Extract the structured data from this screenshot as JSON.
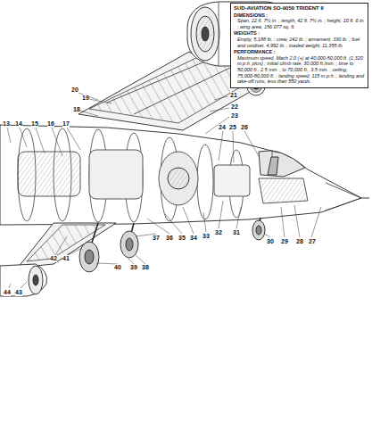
{
  "diagram": {
    "nodes": [
      {
        "text": [
          "SUD-AVIATION SO-9050 TRIDENT II",
          "DIMENSIONS :",
          "Span, 22 ft. 7½ in. ; length, 42 ft. 7½ in. ; height, 10 ft. 6 in. ; wing area, 156.077 sq. ft.",
          "WEIGHTS :",
          "Empty, 5,188 lb. ; crew, 242 lb. ; armament, 330 lb. ; fuel and oxidiser, 4,992 lb. ; loaded weight, 11,355 lb.",
          "PERFORMANCE :",
          "Maximum speed, Mach 2.0 (+) at 40,000-50,000 ft. (1,320 m.p.h. plus) ; initial climb rate, 30,000 ft./min. ; time to 50,000 ft., 2.5 min. ; to 70,000 ft., 3.5 min. ; ceiling, 75,000-80,000 ft. ; landing speed, 115 m.p.h. ; landing and take-off runs, less than 550 yards."
        ]
      }
    ],
    "labels": [
      "20",
      "19",
      "21",
      "18",
      "22",
      "13",
      "14",
      "15",
      "16",
      "17",
      "23",
      "24",
      "25",
      "26",
      "31",
      "32",
      "30",
      "29",
      "28",
      "27",
      "33",
      "34",
      "35",
      "36",
      "37",
      "42",
      "41",
      "40",
      "39",
      "38",
      "44",
      "43"
    ]
  }
}
